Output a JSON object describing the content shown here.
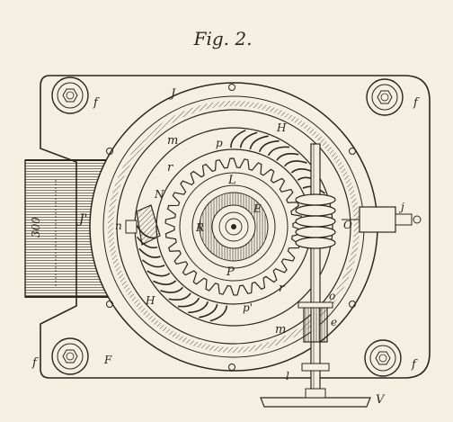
{
  "figure": {
    "title": "Fig. 2."
  },
  "labels": {
    "f": "f",
    "F": "F",
    "J": "J",
    "Jp": "J'",
    "m": "m",
    "r": "r",
    "p": "p",
    "pp": "p'",
    "H": "H",
    "N": "N",
    "n": "n",
    "L": "L",
    "P": "P",
    "R": "R",
    "E": "E",
    "O": "O",
    "o": "o",
    "e": "e",
    "j": "j",
    "l": "l",
    "V": "V",
    "dim": "300"
  },
  "colors": {
    "ink": "#2a251d",
    "paper": "#f3efe1"
  }
}
